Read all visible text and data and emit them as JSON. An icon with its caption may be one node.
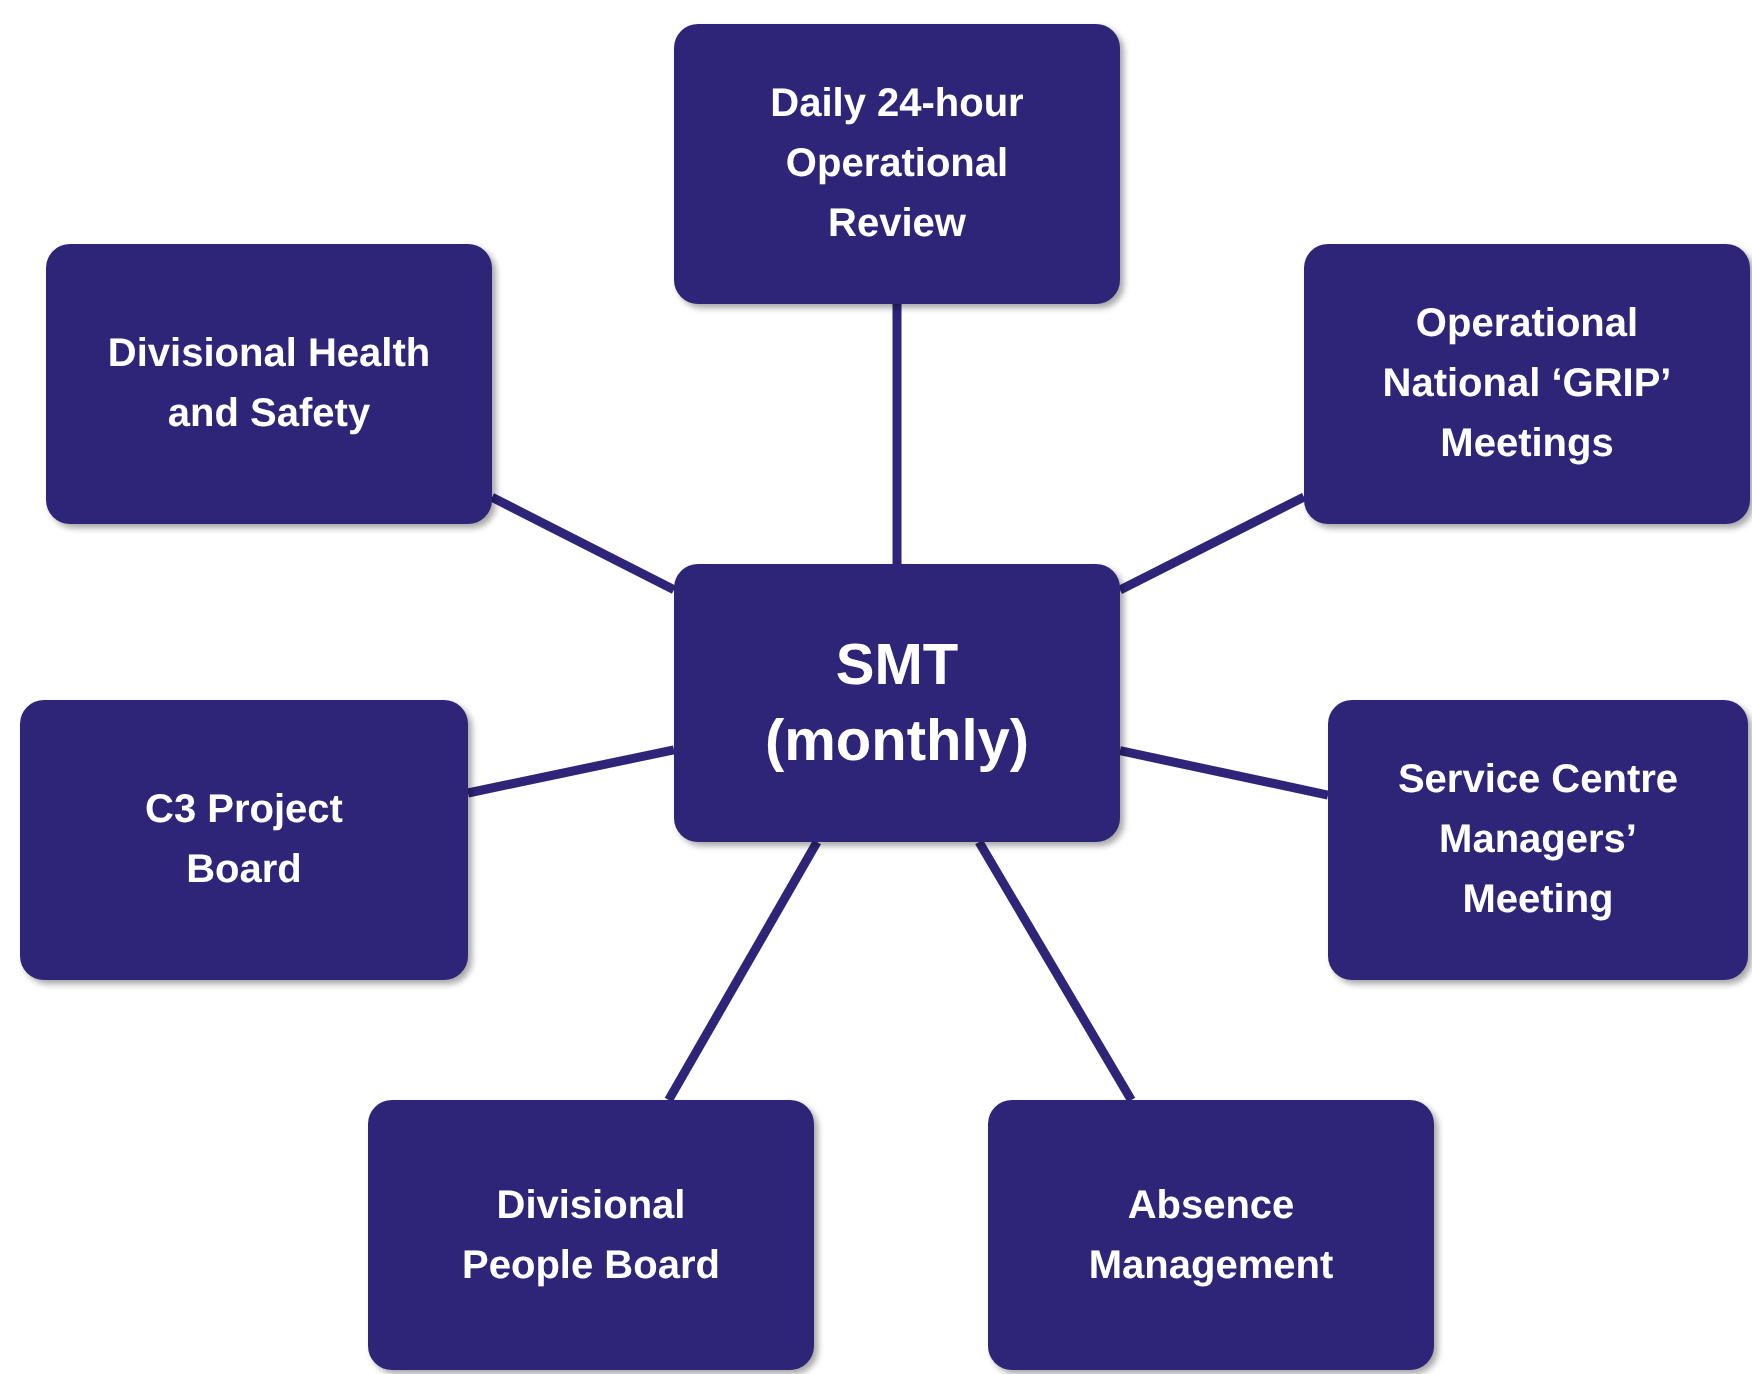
{
  "diagram": {
    "nodes": [
      {
        "text": [
          "Daily 24-hour Operational Review"
        ]
      },
      {
        "text": [
          "Divisional Health and Safety"
        ]
      },
      {
        "text": [
          "Operational National ‘GRIP’ Meetings"
        ]
      },
      {
        "text": [
          "SMT (monthly)"
        ]
      },
      {
        "text": [
          "C3 Project Board"
        ]
      },
      {
        "text": [
          "Service Centre Managers’ Meeting"
        ]
      },
      {
        "text": [
          "Divisional People Board"
        ]
      },
      {
        "text": [
          "Absence Management"
        ]
      }
    ],
    "edges": [
      {
        "from": 3,
        "to": 0,
        "arrow": "none"
      },
      {
        "from": 3,
        "to": 1,
        "arrow": "none"
      },
      {
        "from": 3,
        "to": 2,
        "arrow": "none"
      },
      {
        "from": 3,
        "to": 4,
        "arrow": "none"
      },
      {
        "from": 3,
        "to": 5,
        "arrow": "none"
      },
      {
        "from": 3,
        "to": 6,
        "arrow": "none"
      },
      {
        "from": 3,
        "to": 7,
        "arrow": "none"
      }
    ]
  }
}
